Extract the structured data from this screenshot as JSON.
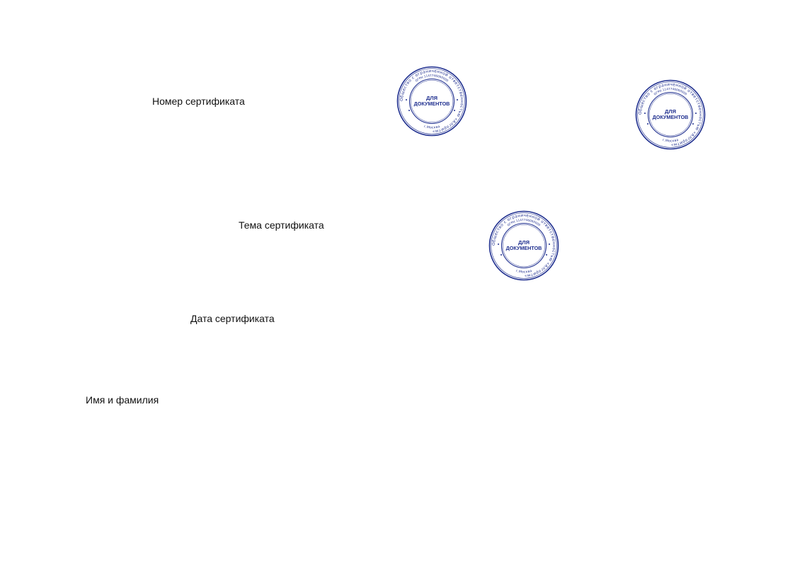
{
  "fields": {
    "number_label": "Номер сертификата",
    "topic_label": "Тема сертификата",
    "date_label": "Дата сертификата",
    "name_label": "Имя и фамилия"
  },
  "stamps": [
    {
      "center_line1": "ДЛЯ",
      "center_line2": "ДОКУМЕНТОВ",
      "ring_text": "Общество с ограниченной ответственностью «Алгоритм»",
      "inner_text": "ОГРН 1147746000000",
      "bottom_text": "г.Москва"
    },
    {
      "center_line1": "ДЛЯ",
      "center_line2": "ДОКУМЕНТОВ",
      "ring_text": "Общество с ограниченной ответственностью «Алгоритм»",
      "inner_text": "ОГРН 1147746000000",
      "bottom_text": "г.Москва"
    },
    {
      "center_line1": "ДЛЯ",
      "center_line2": "ДОКУМЕНТОВ",
      "ring_text": "Общество с ограниченной ответственностью «Алгоритм»",
      "inner_text": "ОГРН 1147746000000",
      "bottom_text": "г.Москва"
    }
  ],
  "colors": {
    "stamp_ink": "#1f2f8f",
    "text": "#111111",
    "background": "#ffffff"
  }
}
